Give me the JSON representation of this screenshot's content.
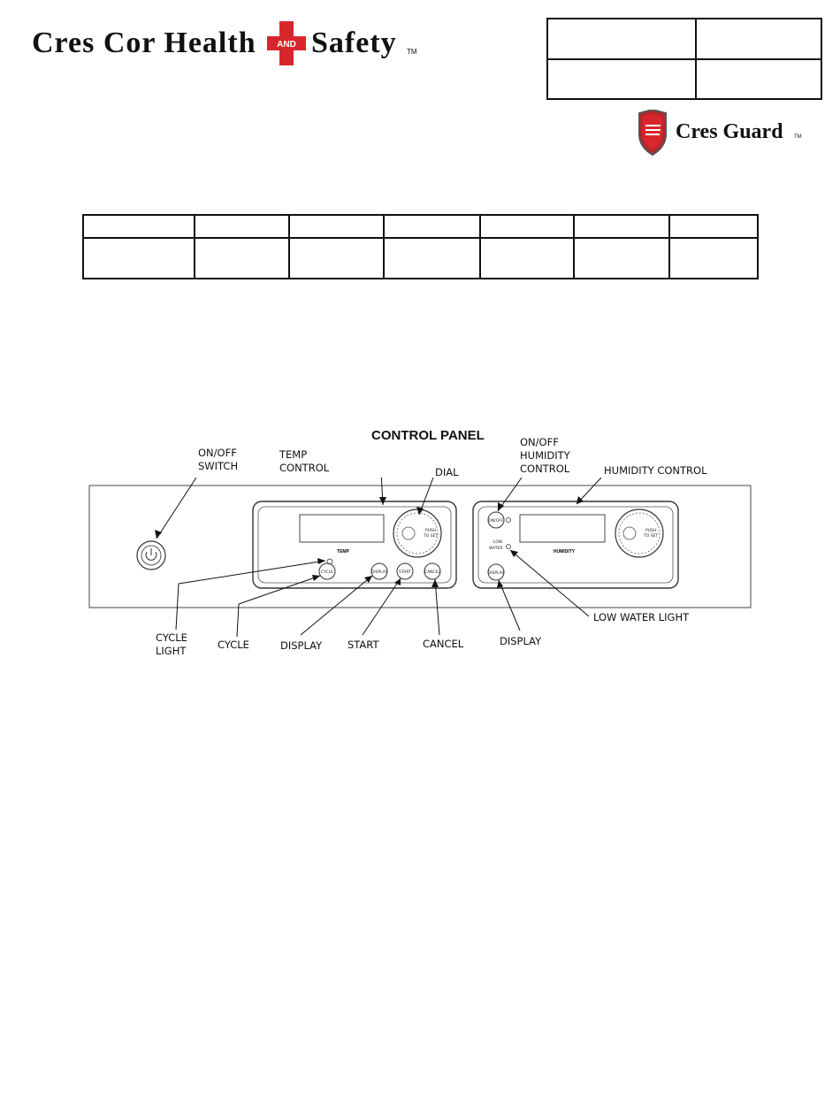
{
  "header": {
    "brand_left": "Cres Cor Health",
    "brand_and": "AND",
    "brand_right": "Safety",
    "brand_tm": "TM",
    "crest_brand": "Cres Guard",
    "crest_tm": "TM"
  },
  "diagram": {
    "title": "CONTROL PANEL",
    "labels": {
      "onoff_switch": [
        "ON/OFF",
        "SWITCH"
      ],
      "temp_control": [
        "TEMP",
        "CONTROL"
      ],
      "dial": "DIAL",
      "onoff_humidity": [
        "ON/OFF",
        "HUMIDITY",
        "CONTROL"
      ],
      "humidity_control": "HUMIDITY CONTROL",
      "low_water_light": "LOW WATER LIGHT",
      "cycle_light": [
        "CYCLE",
        "LIGHT"
      ],
      "cycle": "CYCLE",
      "display_temp": "DISPLAY",
      "start": "START",
      "cancel": "CANCEL",
      "display_humidity": "DISPLAY"
    },
    "panel_text": {
      "temp": "TEMP",
      "humidity": "HUMIDITY",
      "cycle_btn": "CYCLE",
      "display_btn": "DISPLAY",
      "start_btn": "START",
      "cancel_btn": "CANCEL",
      "push_to_set": [
        "PUSH",
        "TO SET"
      ],
      "onoff_btn": "ON/OFF",
      "low_water": [
        "LOW",
        "WATER"
      ],
      "display_btn2": "DISPLAY"
    }
  },
  "colors": {
    "accent_red": "#d9262c",
    "ink": "#111111"
  }
}
